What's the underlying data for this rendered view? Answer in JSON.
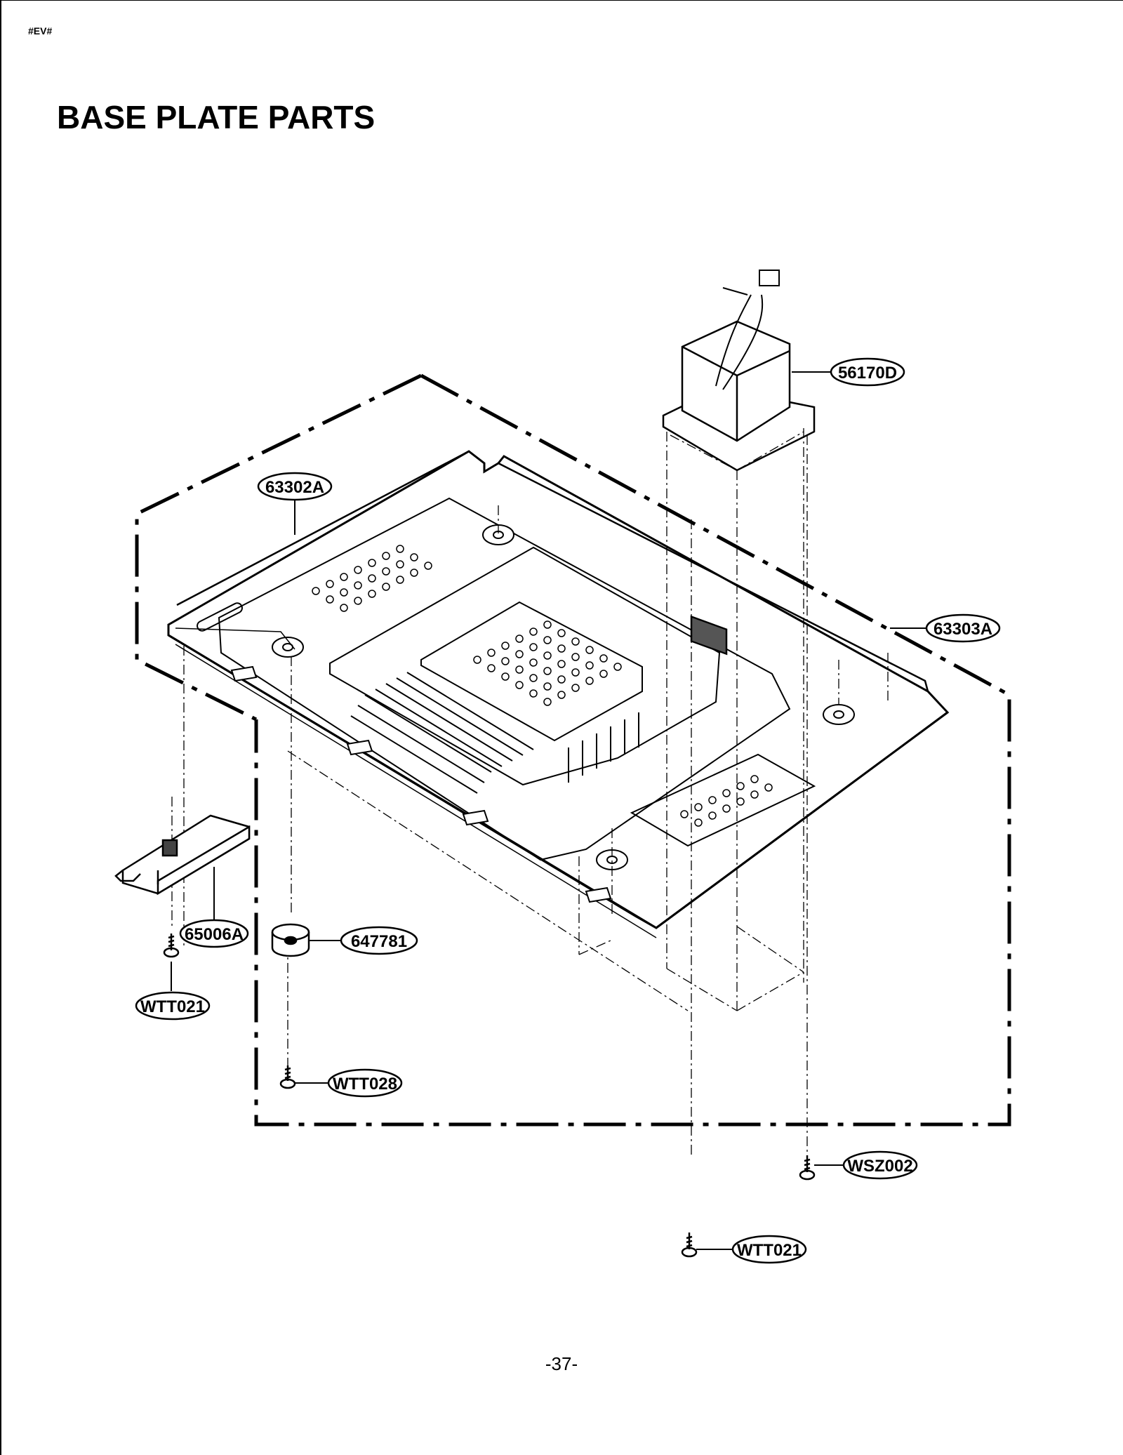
{
  "header": {
    "doc_tag": "#EV#",
    "title": "BASE PLATE PARTS"
  },
  "footer": {
    "page_number": "-37-"
  },
  "parts": [
    {
      "id": "56170D",
      "icon": "transformer-icon"
    },
    {
      "id": "63302A",
      "icon": "base-plate-icon"
    },
    {
      "id": "63303A",
      "icon": "assembly-boundary-icon"
    },
    {
      "id": "65006A",
      "icon": "bracket-icon"
    },
    {
      "id": "647781",
      "icon": "foot-icon"
    },
    {
      "id": "WTT021",
      "icon": "screw-icon"
    },
    {
      "id": "WTT028",
      "icon": "screw-icon"
    },
    {
      "id": "WSZ002",
      "icon": "screw-icon"
    },
    {
      "id": "WTT021",
      "icon": "screw-icon"
    }
  ]
}
